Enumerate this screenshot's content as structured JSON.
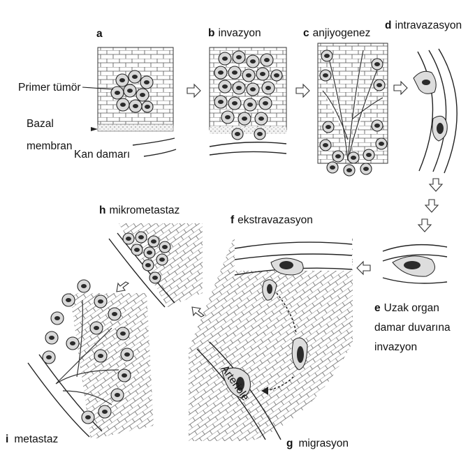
{
  "panels": {
    "a": {
      "letter": "a",
      "text": ""
    },
    "b": {
      "letter": "b",
      "text": "invazyon"
    },
    "c": {
      "letter": "c",
      "text": "anjiyogenez"
    },
    "d": {
      "letter": "d",
      "text": "intravazasyon"
    },
    "e": {
      "letter": "e",
      "text": "Uzak organ",
      "text2": "damar duvarına",
      "text3": "invazyon"
    },
    "f": {
      "letter": "f",
      "text": "ekstravazasyon"
    },
    "g": {
      "letter": "g",
      "text": "migrasyon"
    },
    "h": {
      "letter": "h",
      "text": "mikrometastaz"
    },
    "i": {
      "letter": "i",
      "text": "metastaz"
    }
  },
  "annotations": {
    "primer_tumor": "Primer tümör",
    "bazal": "Bazal",
    "membran": "membran",
    "kan_damari": "Kan damarı",
    "arteriole": "Arteriole"
  }
}
